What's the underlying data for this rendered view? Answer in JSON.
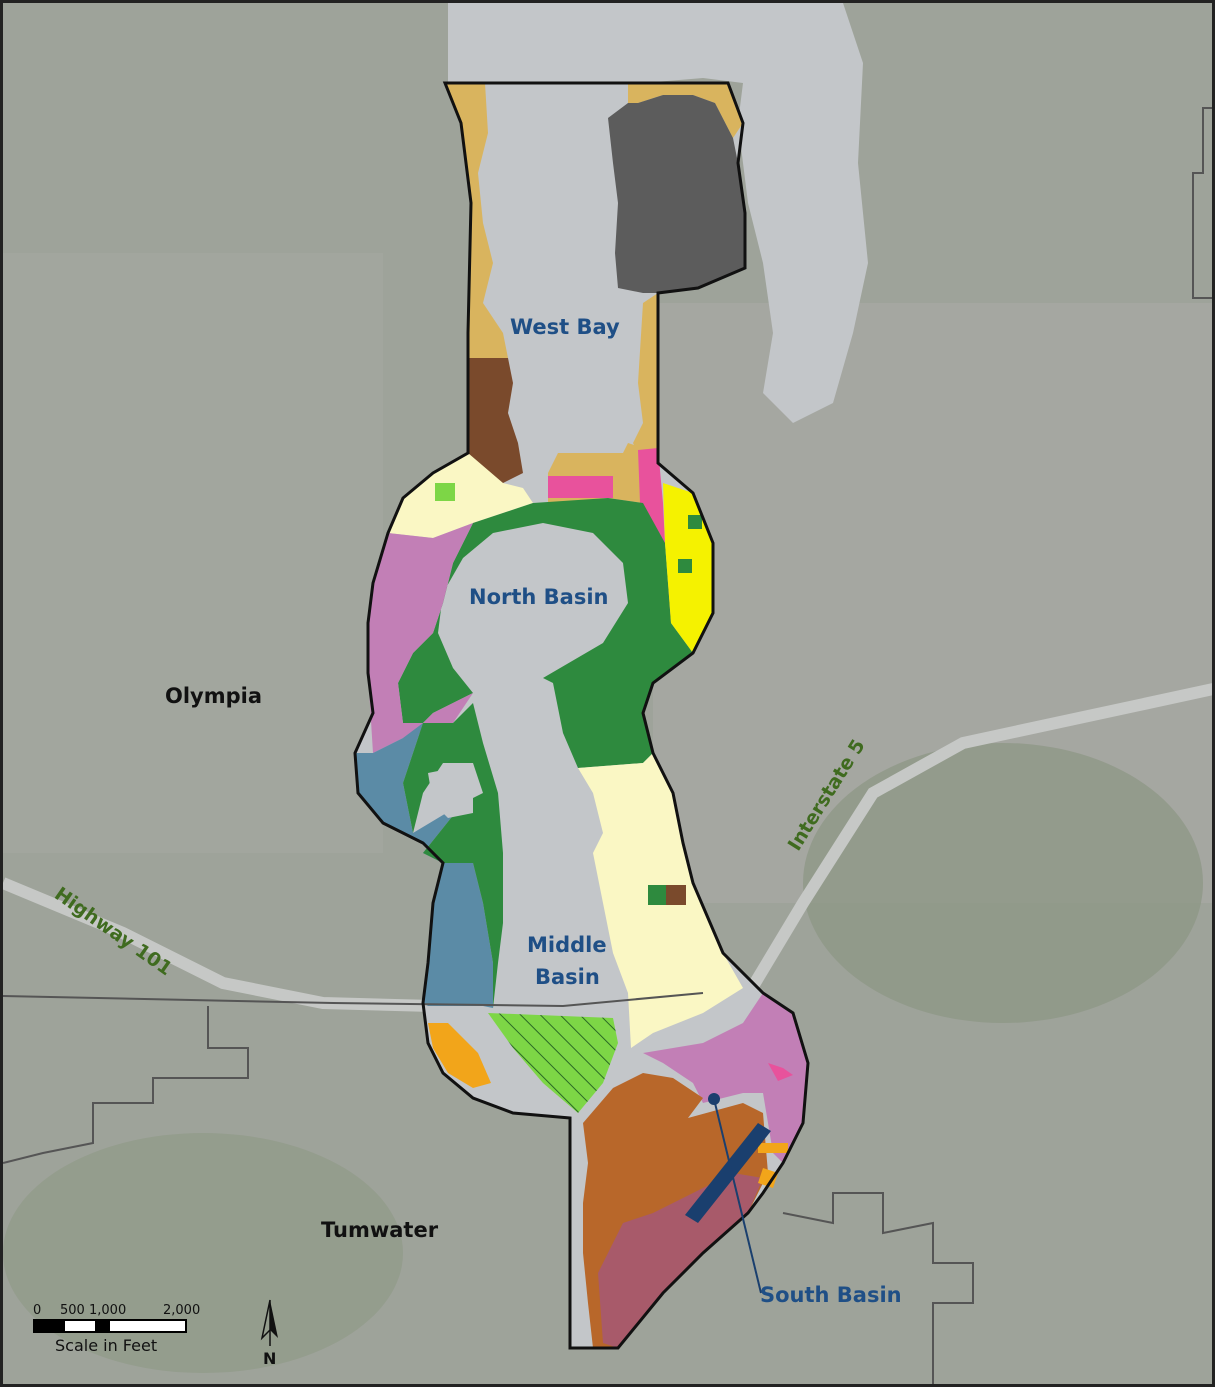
{
  "labels": {
    "west_bay": "West Bay",
    "north_basin": "North Basin",
    "middle_basin_line1": "Middle",
    "middle_basin_line2": "Basin",
    "south_basin": "South Basin",
    "olympia": "Olympia",
    "tumwater": "Tumwater",
    "interstate_5": "Interstate 5",
    "highway_101": "Highway 101"
  },
  "scale_bar": {
    "ticks": [
      "0",
      "500",
      "1,000",
      "2,000"
    ],
    "caption": "Scale in Feet"
  },
  "north_arrow": {
    "letter": "N"
  },
  "colors": {
    "water": "#c3c6c9",
    "aerial_base": "#9ea39a",
    "tan": "#d9b45e",
    "dark_gray": "#555555",
    "brown": "#7a4a2c",
    "light_yellow": "#faf7c4",
    "pink": "#e8529c",
    "bright_yellow": "#f5f200",
    "green": "#2e8a3e",
    "light_green": "#7dd646",
    "purple": "#c27fb6",
    "steel_blue": "#5b8ba6",
    "orange": "#f2a51a",
    "rust": "#b8672a",
    "mauve": "#a85a6a",
    "navy": "#1a3f6e",
    "boundary": "#111111"
  }
}
